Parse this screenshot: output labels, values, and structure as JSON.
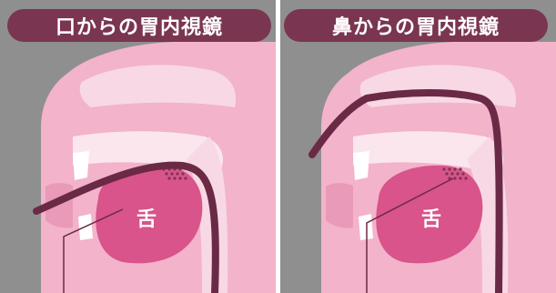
{
  "panels": {
    "oral": {
      "title": "口からの胃内視鏡",
      "tongue_label": "舌"
    },
    "nasal": {
      "title": "鼻からの胃内視鏡",
      "tongue_label": "舌"
    }
  },
  "colors": {
    "background": "#8f8f8f",
    "skin": "#f2b3cb",
    "pale_pink": "#f8d8e4",
    "tongue": "#d8548a",
    "title_bar": "#7a3551",
    "endoscope": "#6a2a45"
  }
}
